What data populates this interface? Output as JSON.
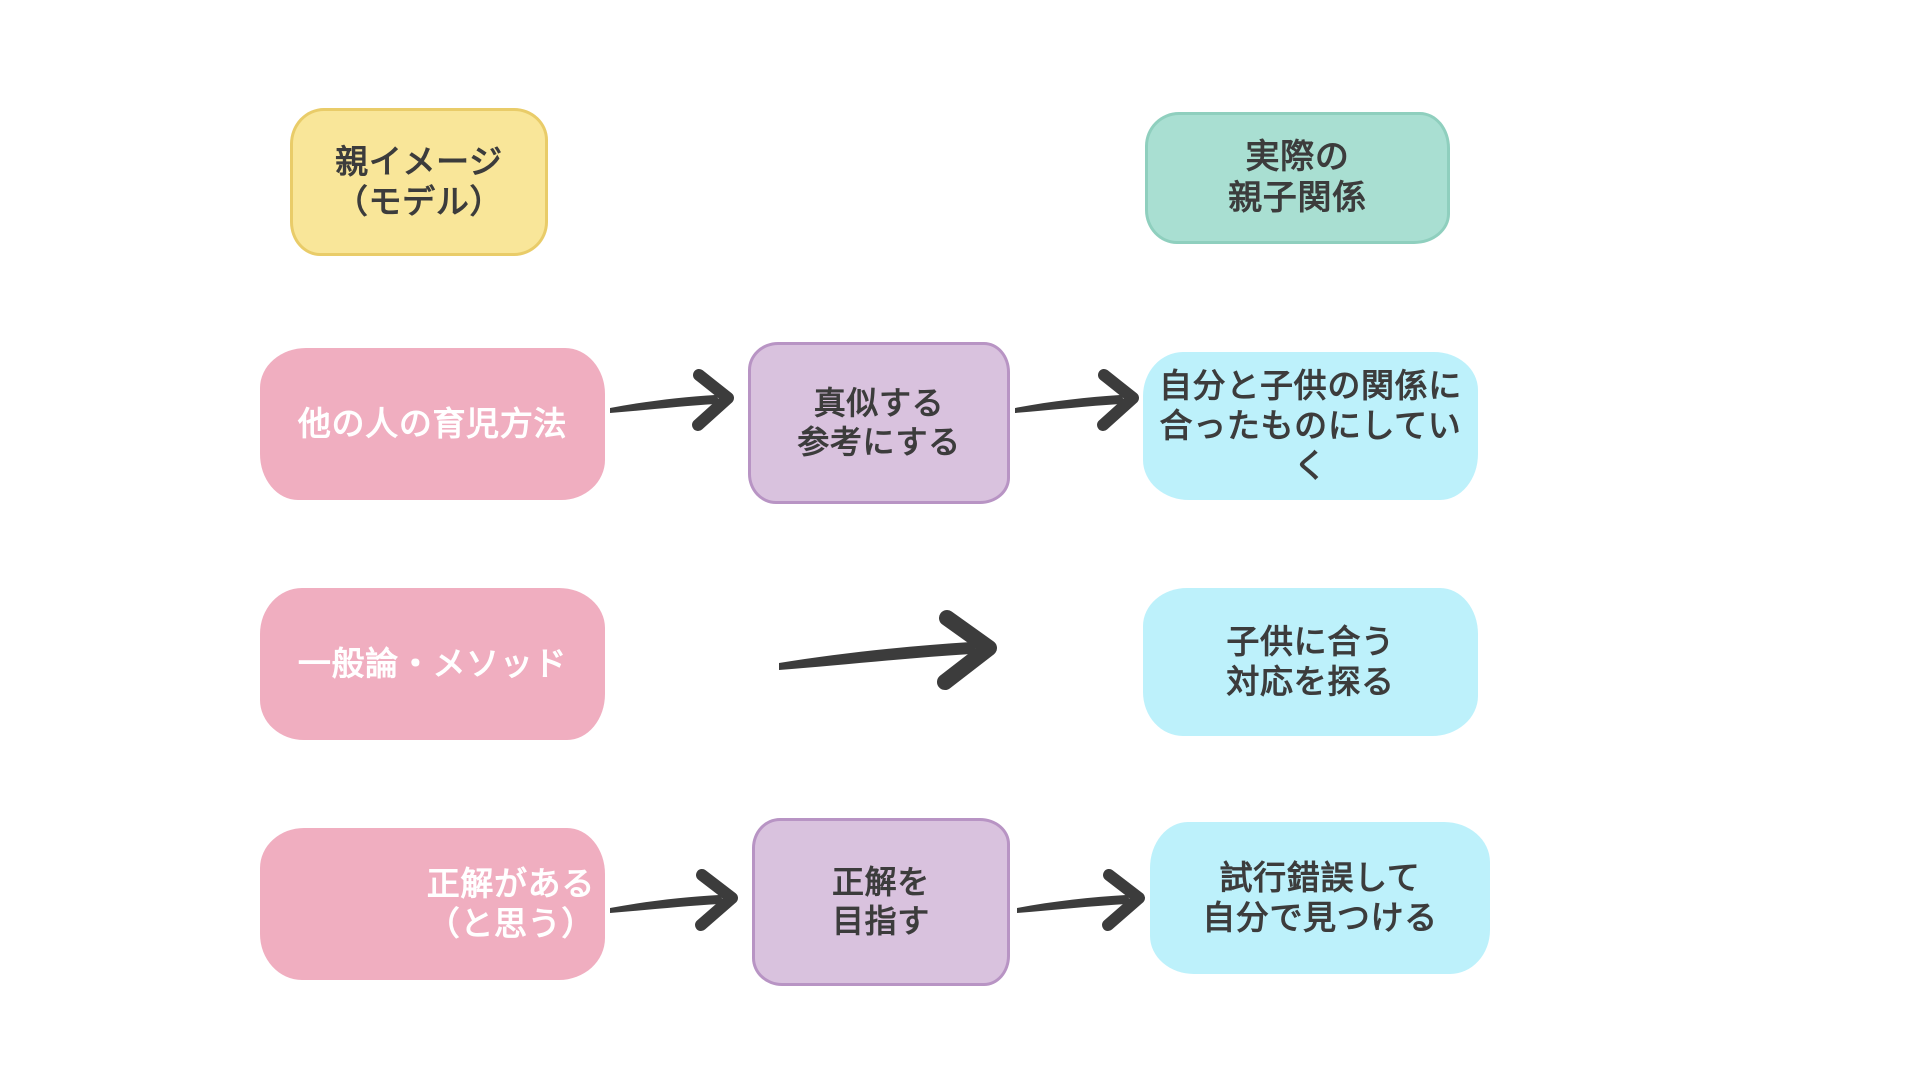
{
  "diagram": {
    "title": "parenting-approach-flow",
    "background_color": "#FFFFFF",
    "columns": {
      "left_header": "親イメージ\n（モデル）",
      "right_header": "実際の\n親子関係"
    },
    "palette": {
      "yellow_fill": "#F9E699",
      "yellow_border": "#E9CC69",
      "teal_fill": "#A9DFD2",
      "teal_border": "#8FCFBE",
      "pink_fill": "#F0AEC0",
      "pink_text": "#FFFFFF",
      "purple_fill": "#D9C2DE",
      "purple_border": "#B894C4",
      "blue_fill": "#BDF1FB",
      "dark_text": "#3C3C3C",
      "arrow_color": "#3C3C3C"
    },
    "rows": [
      {
        "id": "row-1",
        "left": "他の人の育児方法",
        "middle": "真似する\n参考にする",
        "right": "自分と子供の関係に\n合ったものにしていく",
        "arrow_1": "arrow-right-icon",
        "arrow_2": "arrow-right-icon"
      },
      {
        "id": "row-2",
        "left": "一般論・メソッド",
        "middle": "",
        "right": "子供に合う\n対応を探る",
        "arrow_1": "arrow-right-icon",
        "arrow_2": ""
      },
      {
        "id": "row-3",
        "left": "正解がある\n（と思う）",
        "middle": "正解を\n目指す",
        "right": "試行錯誤して\n自分で見つける",
        "arrow_1": "arrow-right-icon",
        "arrow_2": "arrow-right-icon"
      }
    ]
  }
}
